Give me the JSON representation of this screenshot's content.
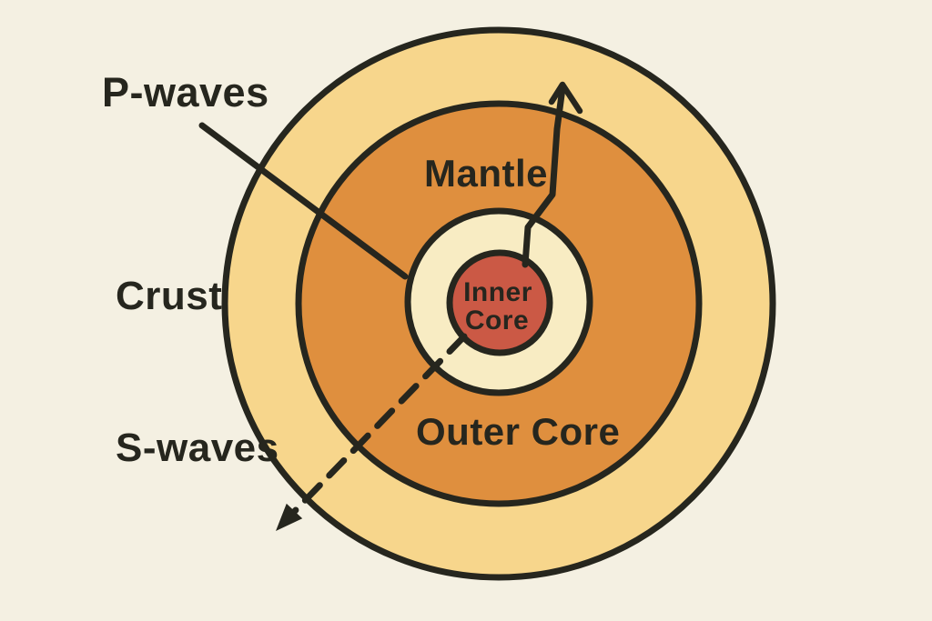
{
  "diagram": {
    "type": "earth-seismic-waves-cross-section",
    "colors": {
      "background": "#f4f0e2",
      "outline": "#26261e",
      "text": "#26261e"
    },
    "layers": [
      {
        "label": "Crust",
        "color": "#f7d68c"
      },
      {
        "label": "Mantle",
        "color": "#df8f3e"
      },
      {
        "label": "Outer Core",
        "color": "#f8ecc3"
      },
      {
        "label": "Inner Core",
        "line1": "Inner",
        "line2": "Core",
        "color": "#cb5945"
      }
    ],
    "waves": [
      {
        "label": "P-waves",
        "line_style": "solid"
      },
      {
        "label": "S-waves",
        "line_style": "dashed"
      }
    ]
  }
}
